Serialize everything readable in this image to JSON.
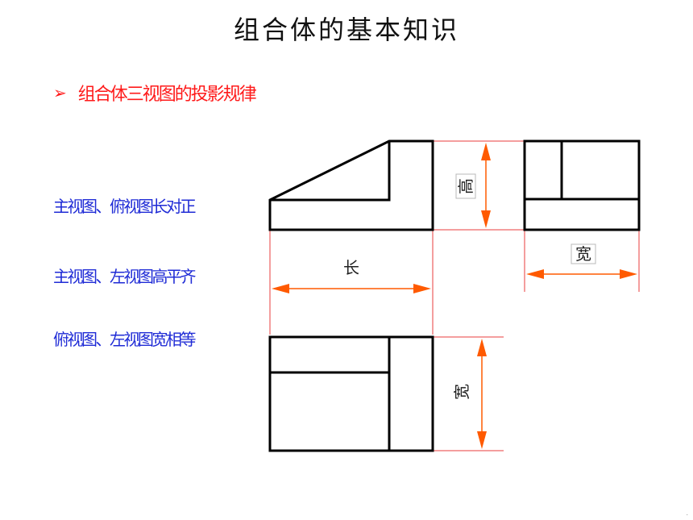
{
  "title": "组合体的基本知识",
  "subtitle": "组合体三视图的投影规律",
  "rules": [
    "主视图、俯视图长对正",
    "主视图、左视图高平齐",
    "俯视图、左视图宽相等"
  ],
  "dimensions": {
    "height": "高",
    "length": "长",
    "width_side": "宽",
    "width_top": "宽"
  },
  "colors": {
    "title": "#111111",
    "subtitle": "#ff1a1a",
    "rules": "#1f2bd6",
    "arrow": "#ff5a00",
    "guide": "#e83c3c",
    "outline": "#000000"
  }
}
